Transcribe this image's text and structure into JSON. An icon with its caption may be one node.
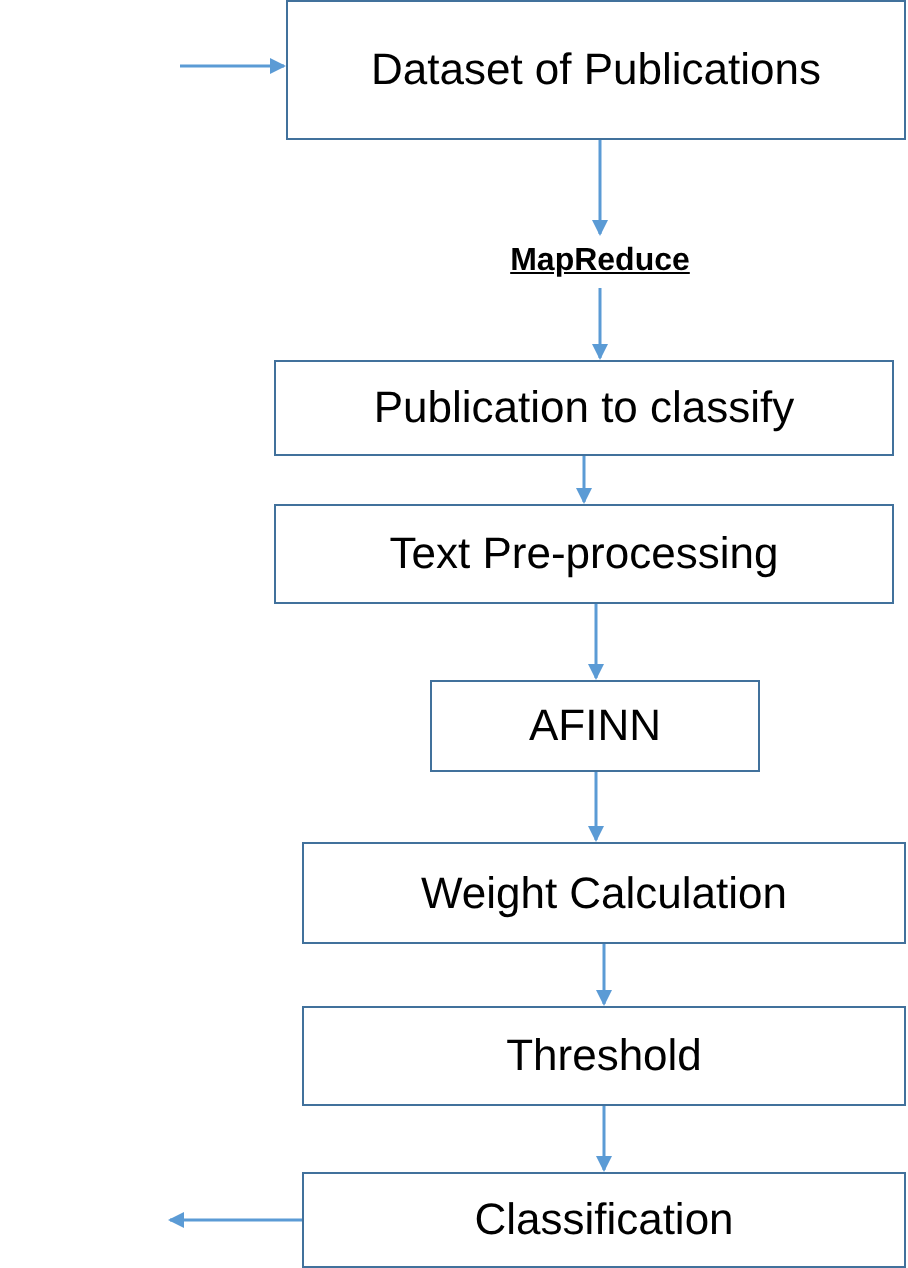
{
  "diagram": {
    "nodes": [
      {
        "text": [
          "Dataset of Publications"
        ]
      },
      {
        "text": [
          "MapReduce"
        ]
      },
      {
        "text": [
          "Publication to classify"
        ]
      },
      {
        "text": [
          "Text Pre-processing"
        ]
      },
      {
        "text": [
          "AFINN"
        ]
      },
      {
        "text": [
          "Weight Calculation"
        ]
      },
      {
        "text": [
          "Threshold"
        ]
      },
      {
        "text": [
          "Classification"
        ]
      }
    ],
    "edges": [
      {
        "from": null,
        "to": 0,
        "arrow": "to"
      },
      {
        "from": 0,
        "to": 1,
        "arrow": "to"
      },
      {
        "from": 1,
        "to": 2,
        "arrow": "to"
      },
      {
        "from": 2,
        "to": 3,
        "arrow": "to"
      },
      {
        "from": 3,
        "to": 4,
        "arrow": "to"
      },
      {
        "from": 4,
        "to": 5,
        "arrow": "to"
      },
      {
        "from": 5,
        "to": 6,
        "arrow": "to"
      },
      {
        "from": 6,
        "to": 7,
        "arrow": "to"
      },
      {
        "from": 7,
        "to": null,
        "arrow": "to"
      }
    ]
  }
}
